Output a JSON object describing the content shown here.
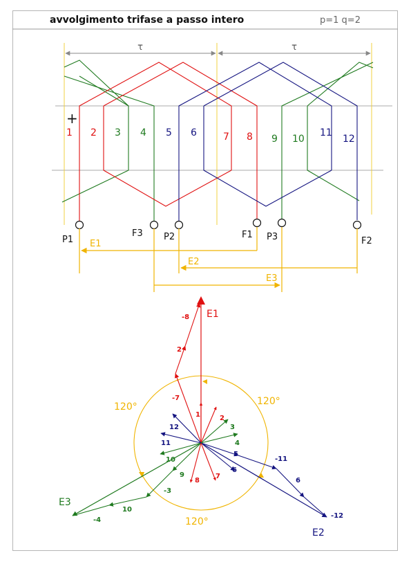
{
  "header": {
    "title": "avvolgimento trifase a passo intero",
    "params": "p=1 q=2"
  },
  "winding": {
    "pole_pitch_label": "τ",
    "plus_sign": "+",
    "slots": [
      "1",
      "2",
      "3",
      "4",
      "5",
      "6",
      "7",
      "8",
      "9",
      "10",
      "11",
      "12"
    ],
    "terminals": [
      "P1",
      "F3",
      "P2",
      "F1",
      "P3",
      "F2"
    ],
    "emf_arrows": [
      "E1",
      "E2",
      "E3"
    ]
  },
  "phasor": {
    "angle_labels": [
      "120°",
      "120°",
      "120°"
    ],
    "resultants": [
      "E1",
      "E2",
      "E3"
    ],
    "phasor_labels": [
      "1",
      "2",
      "3",
      "4",
      "5",
      "6",
      "7",
      "8",
      "9",
      "10",
      "11",
      "12",
      "-7",
      "-8",
      "-11",
      "-12",
      "-3",
      "-4"
    ]
  },
  "colors": {
    "phase1": "#e01010",
    "phase2": "#141480",
    "phase3": "#1f7a1f",
    "accent": "#f0b400",
    "guide": "#f0d040",
    "slot_line": "#aaaaaa"
  }
}
